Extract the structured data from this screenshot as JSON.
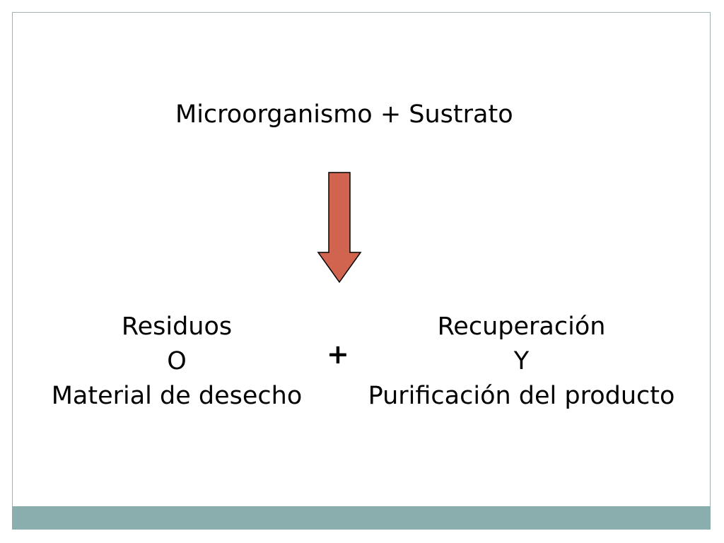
{
  "diagram": {
    "top_label": "Microorganismo + Sustrato",
    "arrow_color": "#d0644e",
    "left": {
      "line1": "Residuos",
      "line2": "O",
      "line3": "Material de desecho"
    },
    "connector": "+",
    "right": {
      "line1": "Recuperación",
      "line2": "Y",
      "line3": "Purificación del producto"
    }
  },
  "theme": {
    "footer_color": "#8aadad",
    "border_color": "#9fb3b3"
  }
}
